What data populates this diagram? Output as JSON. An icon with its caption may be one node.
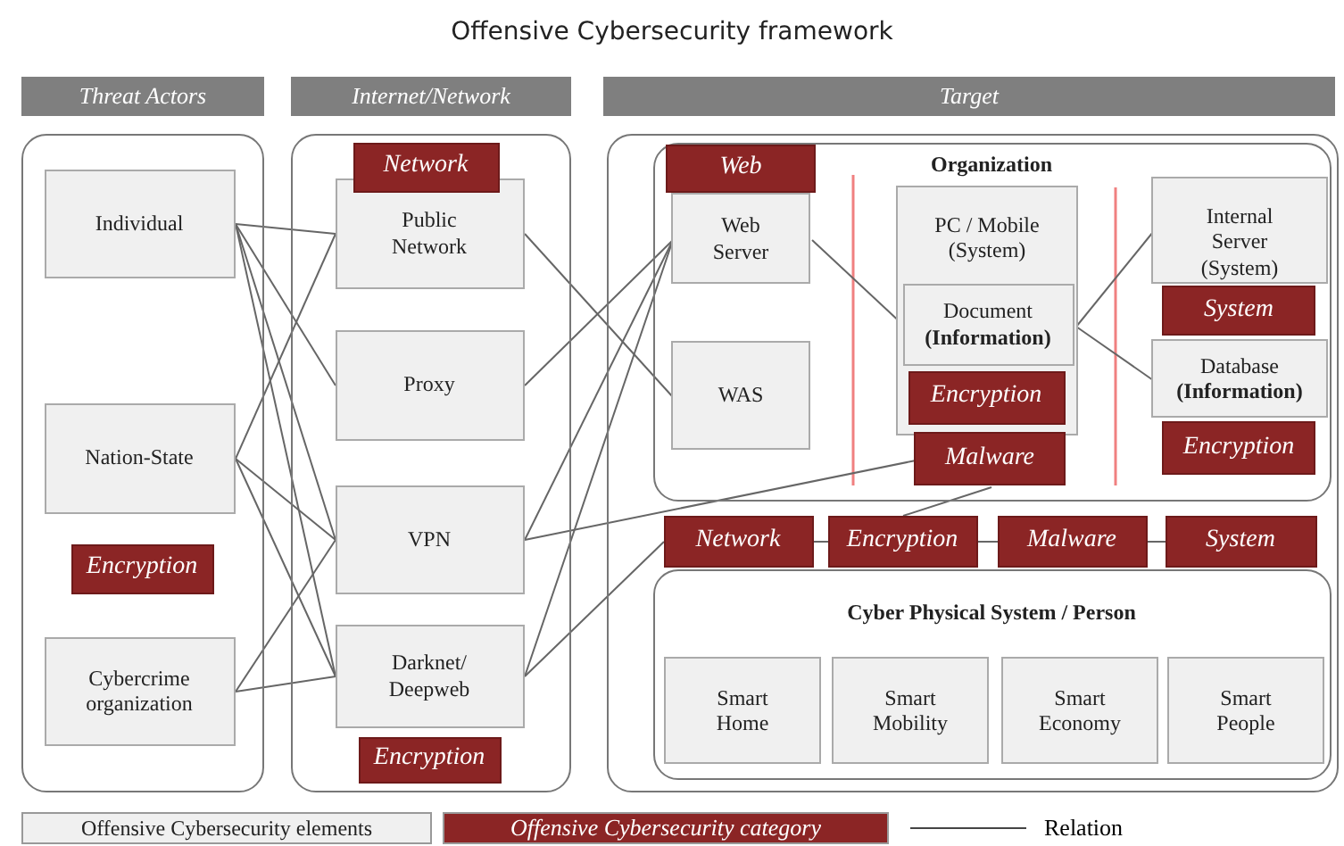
{
  "diagram": {
    "title": "Offensive Cybersecurity framework",
    "nodes": [
      {
        "text": [
          "Threat Actors"
        ]
      },
      {
        "text": [
          "Internet/Network"
        ]
      },
      {
        "text": [
          "Target"
        ]
      },
      {
        "text": [],
        "shape": "box"
      },
      {
        "text": [],
        "shape": "box"
      },
      {
        "text": [],
        "shape": "box"
      },
      {
        "text": [
          "Individual"
        ],
        "in": 3
      },
      {
        "text": [
          "Nation-State"
        ],
        "in": 3
      },
      {
        "text": [
          "Cybercrime organization"
        ],
        "in": 3
      },
      {
        "text": [
          "Public Network"
        ],
        "in": 4
      },
      {
        "text": [
          "Network"
        ],
        "in": 4
      },
      {
        "text": [
          "Proxy"
        ],
        "in": 4
      },
      {
        "text": [
          "VPN"
        ],
        "in": 4
      },
      {
        "text": [
          "Darknet/ Deepweb"
        ],
        "in": 4
      },
      {
        "text": [
          "Encryption"
        ],
        "in": 3
      },
      {
        "text": [
          "Organization"
        ],
        "in": 5
      },
      {
        "text": [
          "Web Server"
        ],
        "in": 15
      },
      {
        "text": [
          "Web"
        ],
        "in": 15
      },
      {
        "text": [
          "WAS"
        ],
        "in": 15
      },
      {
        "text": [
          "Encryption"
        ],
        "in": 4
      },
      {
        "text": [
          "PC / Mobile (System)"
        ],
        "in": 15
      },
      {
        "text": [
          "Document **(Information)**"
        ],
        "in": 20
      },
      {
        "text": [
          "Encryption"
        ],
        "in": 20
      },
      {
        "text": [
          "Malware"
        ],
        "in": 15
      },
      {
        "text": [
          "Internal Server (System)"
        ],
        "in": 15
      },
      {
        "text": [
          "System"
        ],
        "in": 15
      },
      {
        "text": [
          "Database **(Information)**"
        ],
        "in": 15
      },
      {
        "text": [
          "Encryption"
        ],
        "in": 15
      },
      {
        "text": [
          "Cyber Physical System / Person"
        ],
        "in": 5
      },
      {
        "text": [
          "Network"
        ],
        "in": 5
      },
      {
        "text": [
          "Encryption"
        ],
        "in": 5
      },
      {
        "text": [
          "Malware"
        ],
        "in": 5
      },
      {
        "text": [
          "System"
        ],
        "in": 5
      },
      {
        "text": [
          "Smart Home"
        ],
        "in": 28
      },
      {
        "text": [
          "Smart Mobility"
        ],
        "in": 28
      },
      {
        "text": [
          "Smart Economy"
        ],
        "in": 28
      },
      {
        "text": [
          "Smart People"
        ],
        "in": 28
      }
    ],
    "edges": [
      {
        "from": 6,
        "to": 9,
        "arrow": "none"
      },
      {
        "from": 6,
        "to": 11,
        "arrow": "none"
      },
      {
        "from": 6,
        "to": 12,
        "arrow": "none"
      },
      {
        "from": 6,
        "to": 13,
        "arrow": "none"
      },
      {
        "from": 7,
        "to": 9,
        "arrow": "none"
      },
      {
        "from": 7,
        "to": 12,
        "arrow": "none"
      },
      {
        "from": 7,
        "to": 13,
        "arrow": "none"
      },
      {
        "from": 8,
        "to": 12,
        "arrow": "none"
      },
      {
        "from": 8,
        "to": 13,
        "arrow": "none"
      },
      {
        "from": 9,
        "to": 18,
        "arrow": "none"
      },
      {
        "from": 11,
        "to": 16,
        "arrow": "none"
      },
      {
        "from": 12,
        "to": 16,
        "arrow": "none"
      },
      {
        "from": 13,
        "to": 16,
        "arrow": "none"
      },
      {
        "from": 12,
        "to": 23,
        "arrow": "none"
      },
      {
        "from": 13,
        "to": 29,
        "arrow": "none"
      },
      {
        "from": 16,
        "to": 21,
        "arrow": "none"
      },
      {
        "from": 21,
        "to": 24,
        "arrow": "none"
      },
      {
        "from": 21,
        "to": 26,
        "arrow": "none"
      },
      {
        "from": 23,
        "to": 30,
        "arrow": "none"
      },
      {
        "from": 29,
        "to": 30,
        "arrow": "none"
      },
      {
        "from": 30,
        "to": 31,
        "arrow": "none"
      },
      {
        "from": 31,
        "to": 32,
        "arrow": "none"
      }
    ],
    "legend": [
      {
        "text": "Offensive Cybersecurity elements",
        "color": "#f0f0f0"
      },
      {
        "text": "Offensive Cybersecurity category",
        "color": "#8b2525"
      },
      {
        "text": "Relation"
      }
    ]
  }
}
